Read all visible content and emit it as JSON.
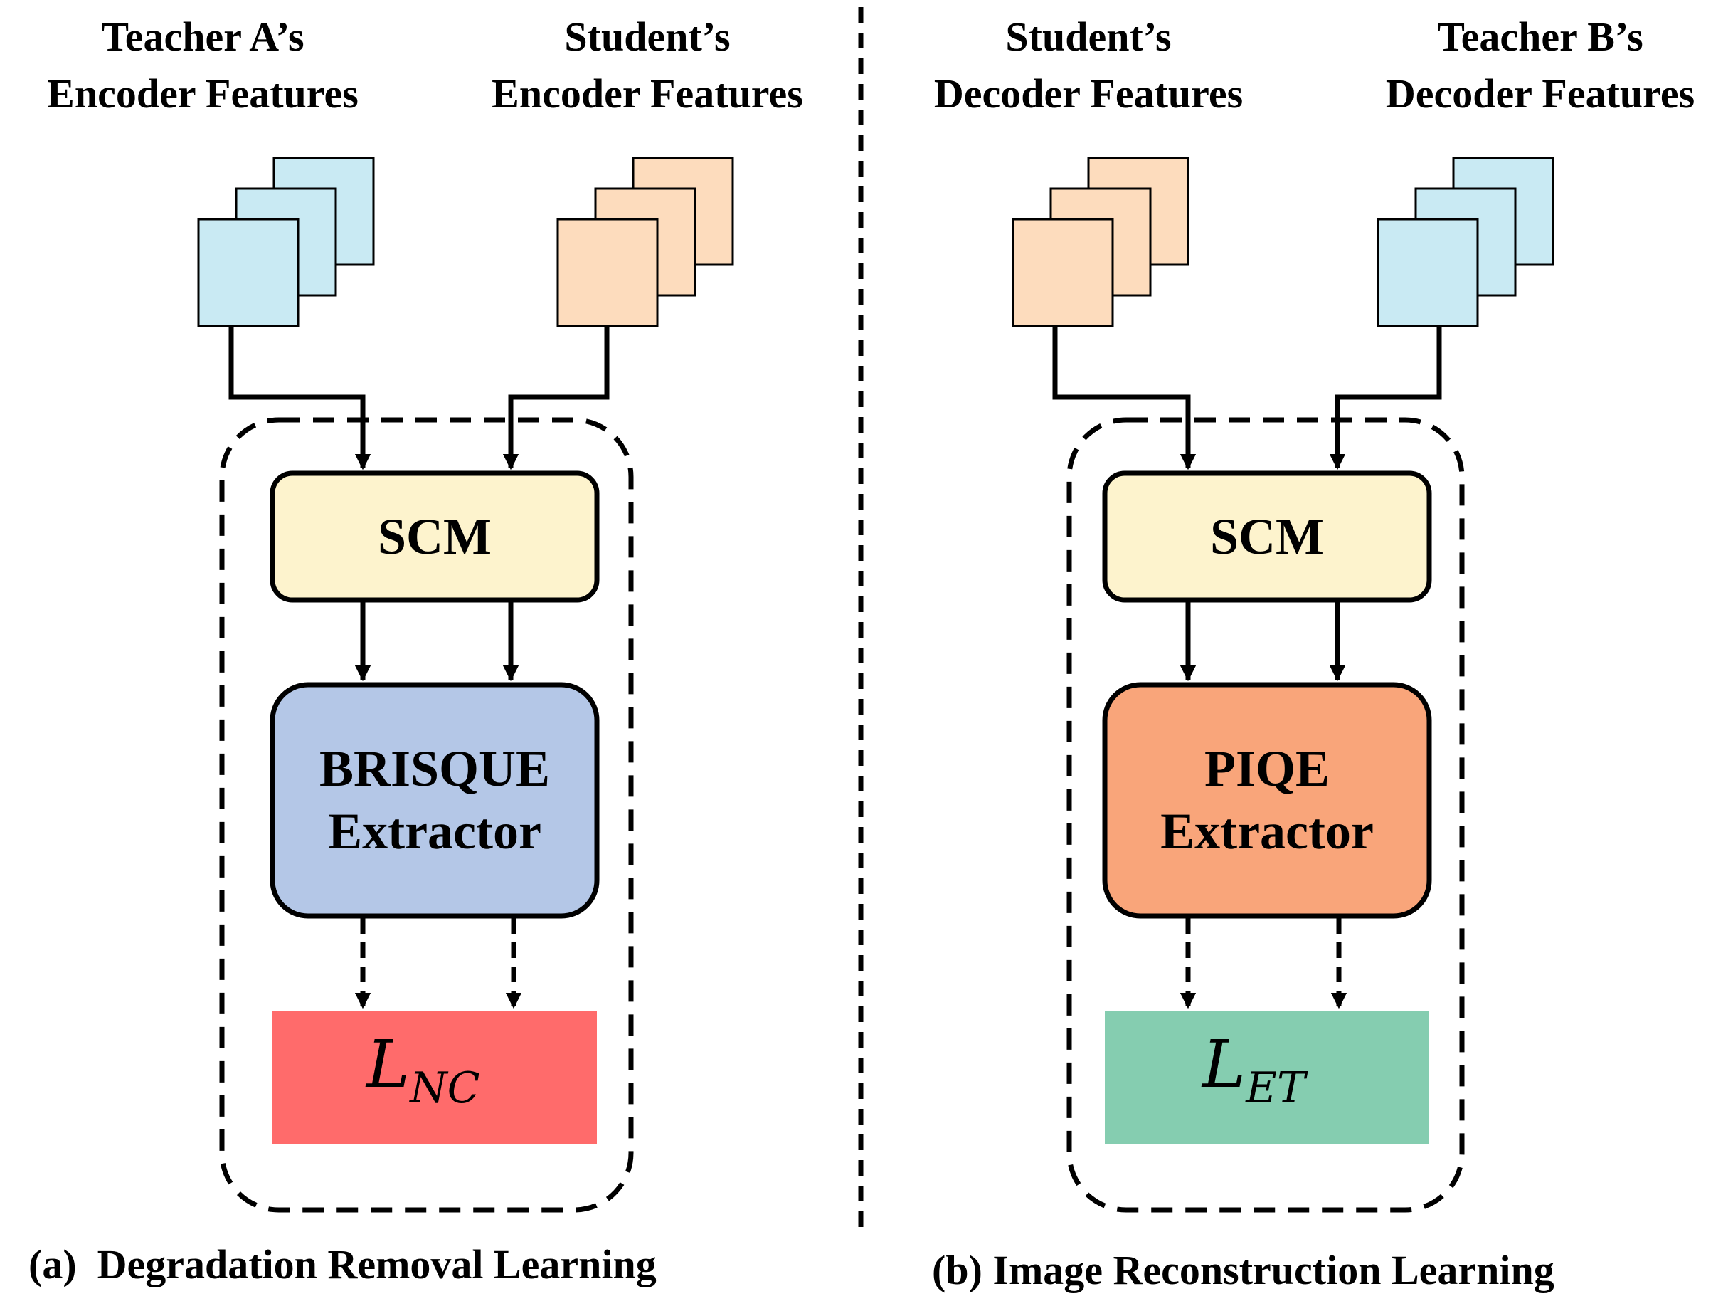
{
  "panel_a": {
    "left_header": [
      "Teacher A’s",
      "Encoder Features"
    ],
    "right_header": [
      "Student’s",
      "Encoder Features"
    ],
    "scm_label": "SCM",
    "extractor_label": [
      "BRISQUE",
      "Extractor"
    ],
    "loss_main": "L",
    "loss_sub": "NC",
    "caption": "(a)  Degradation Removal Learning",
    "colors": {
      "teacher_feature": "#c9eaf3",
      "student_feature": "#fddcbd",
      "scm": "#fdf3cd",
      "extractor": "#b4c7e7",
      "loss": "#ff6b6b"
    }
  },
  "panel_b": {
    "left_header": [
      "Student’s",
      "Decoder Features"
    ],
    "right_header": [
      "Teacher B’s",
      "Decoder Features"
    ],
    "scm_label": "SCM",
    "extractor_label": [
      "PIQE",
      "Extractor"
    ],
    "loss_main": "L",
    "loss_sub": "ET",
    "caption": "(b) Image Reconstruction Learning",
    "colors": {
      "teacher_feature": "#c9eaf3",
      "student_feature": "#fddcbd",
      "scm": "#fdf3cd",
      "extractor": "#f9a57a",
      "loss": "#85cdb0"
    }
  }
}
